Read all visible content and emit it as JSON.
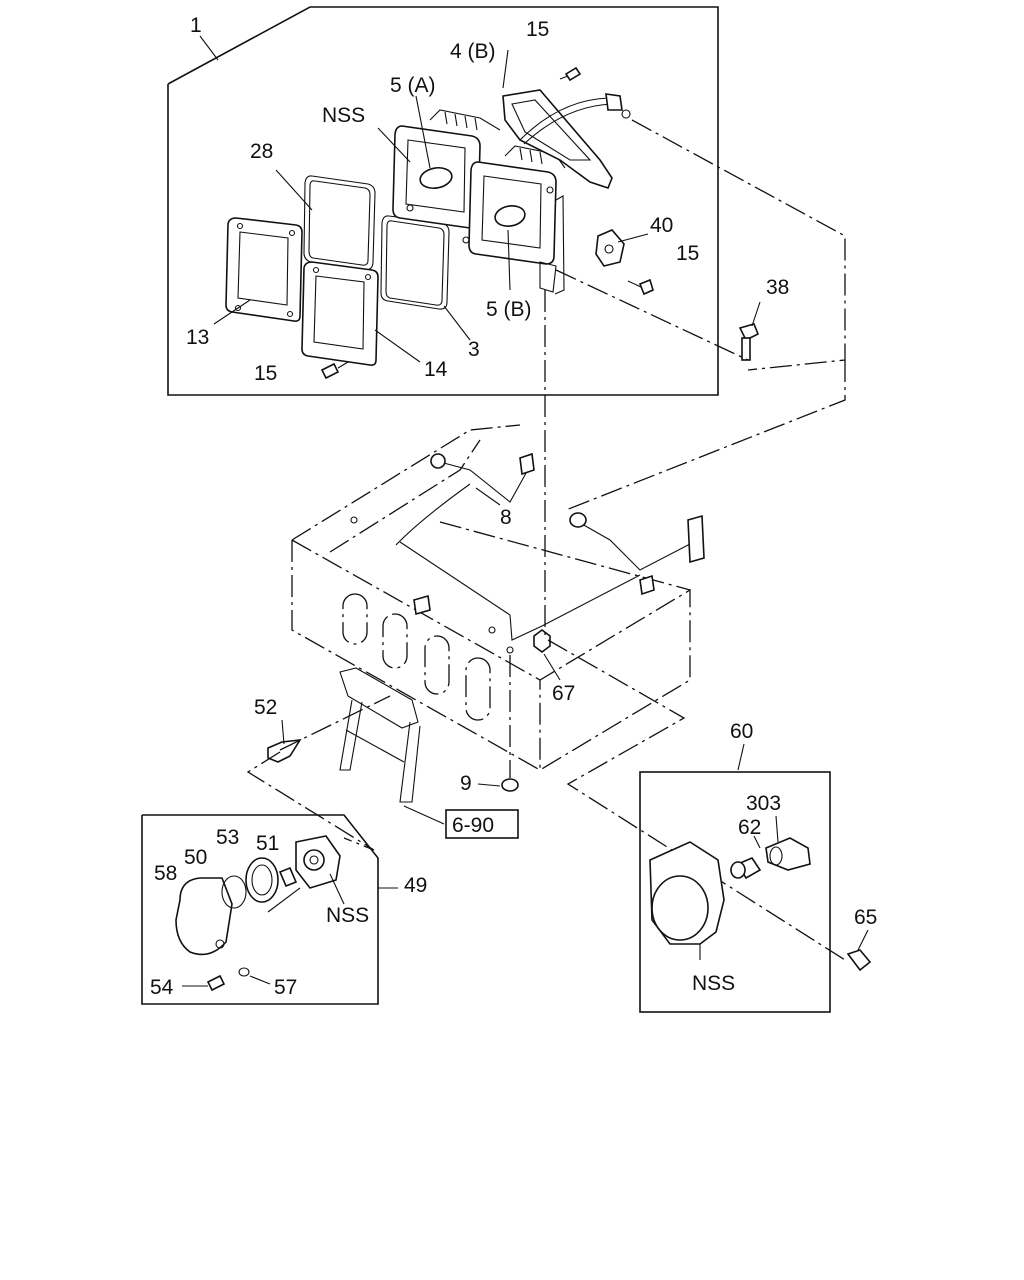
{
  "labels": {
    "l1": "1",
    "l15a": "15",
    "l4b": "4 (B)",
    "l5a": "5 (A)",
    "nss1": "NSS",
    "l28": "28",
    "l40": "40",
    "l15b": "15",
    "l38": "38",
    "l5b": "5 (B)",
    "l13": "13",
    "l3": "3",
    "l15c": "15",
    "l14": "14",
    "l8": "8",
    "l67": "67",
    "l52": "52",
    "l60": "60",
    "l9": "9",
    "ref": "6-90",
    "l53": "53",
    "l51": "51",
    "l50": "50",
    "l58": "58",
    "l49": "49",
    "nss2": "NSS",
    "l54": "54",
    "l57": "57",
    "l303": "303",
    "l62": "62",
    "l65": "65",
    "nss3": "NSS"
  }
}
